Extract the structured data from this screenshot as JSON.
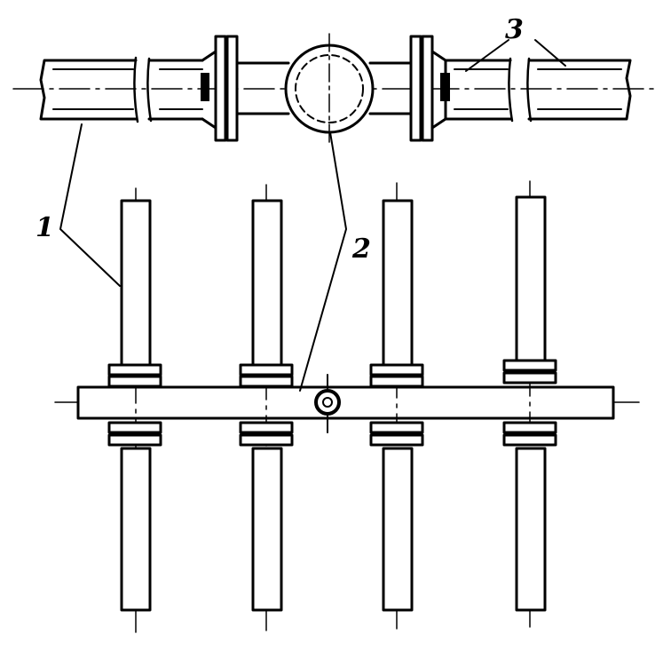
{
  "diagram": {
    "callouts": [
      {
        "id": "1",
        "label": "1"
      },
      {
        "id": "2",
        "label": "2"
      },
      {
        "id": "3",
        "label": "3"
      }
    ]
  },
  "colors": {
    "line": "#000000",
    "background": "#ffffff"
  }
}
